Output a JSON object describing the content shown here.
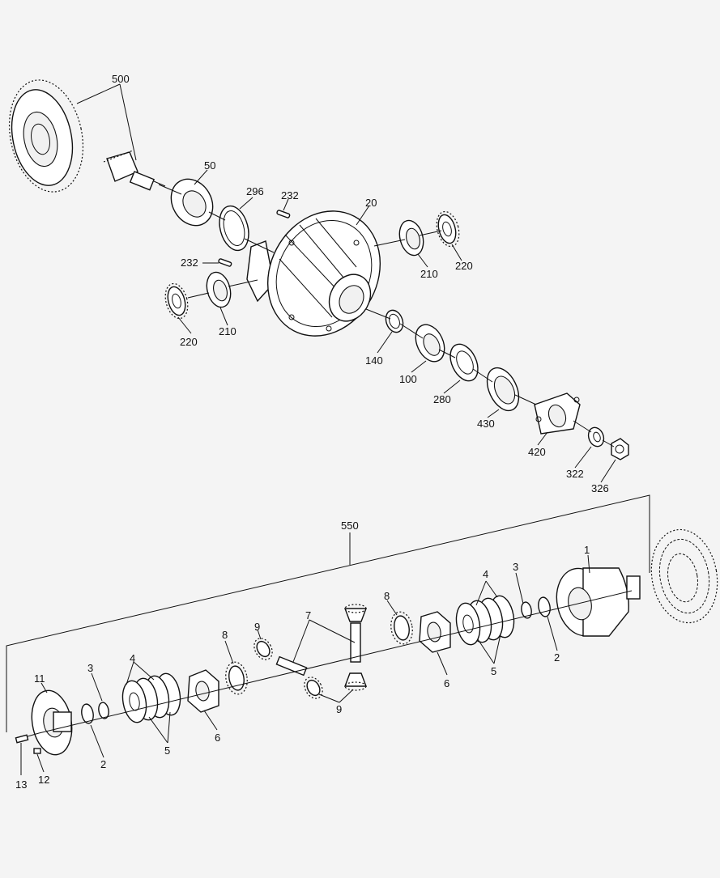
{
  "colors": {
    "background": "#f4f4f4",
    "ink": "#111111"
  },
  "callouts": {
    "c500": "500",
    "c50": "50",
    "c296": "296",
    "c232a": "232",
    "c20": "20",
    "c232b": "232",
    "c210a": "210",
    "c220a": "220",
    "c220b": "220",
    "c210b": "210",
    "c140": "140",
    "c100": "100",
    "c280": "280",
    "c430": "430",
    "c420": "420",
    "c322": "322",
    "c326": "326",
    "c550": "550",
    "c1": "1",
    "c4a": "4",
    "c3a": "3",
    "c2a": "2",
    "c5a": "5",
    "c6a": "6",
    "c8a": "8",
    "c7": "7",
    "c9a": "9",
    "c8b": "8",
    "c9b": "9",
    "c6b": "6",
    "c4b": "4",
    "c3b": "3",
    "c11": "11",
    "c5b": "5",
    "c2b": "2",
    "c13": "13",
    "c12": "12"
  }
}
